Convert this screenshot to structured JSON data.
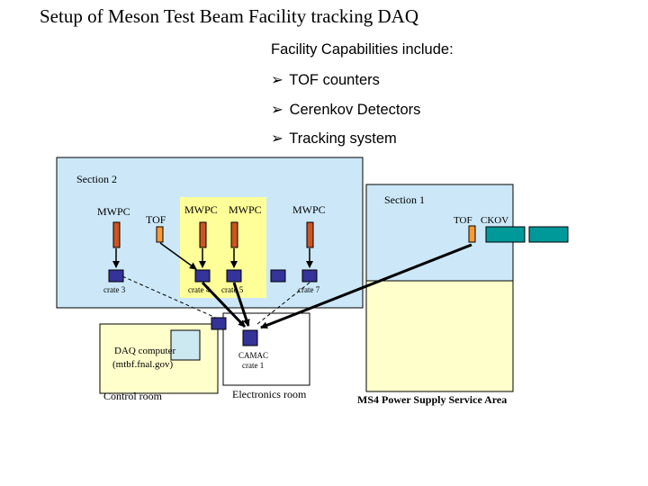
{
  "title": "Setup of Meson Test Beam Facility tracking DAQ",
  "capabilities": {
    "heading": "Facility Capabilities include:",
    "bullet_glyph": "➢",
    "items": [
      "TOF counters",
      "Cerenkov Detectors",
      "Tracking system"
    ]
  },
  "section2": {
    "label": "Section 2",
    "detectors": [
      "MWPC",
      "TOF",
      "MWPC",
      "MWPC",
      "MWPC"
    ],
    "crates": [
      "crate 3",
      "crate 4",
      "crate 5",
      "crate 7"
    ]
  },
  "section1": {
    "label": "Section 1",
    "detectors": [
      "TOF",
      "CKOV"
    ]
  },
  "control_room": {
    "computer_line1": "DAQ computer",
    "computer_line2": "(mtbf.fnal.gov)",
    "label": "Control room"
  },
  "electronics_room": {
    "camac_label": "CAMAC",
    "crate_label": "crate 1",
    "label": "Electronics room"
  },
  "power_area": {
    "label": "MS4 Power Supply Service Area"
  },
  "colors": {
    "section_fill": "#cce8f8",
    "mwpc_group_fill": "#ffff99",
    "control_room_fill": "#ffffcc",
    "power_area_fill": "#ffffcc",
    "detector_orange_red": "#cc5522",
    "tof_orange": "#ff9933",
    "crate_blue": "#333399",
    "ckov_teal": "#009999",
    "monitor_fill": "#cce8f0"
  }
}
